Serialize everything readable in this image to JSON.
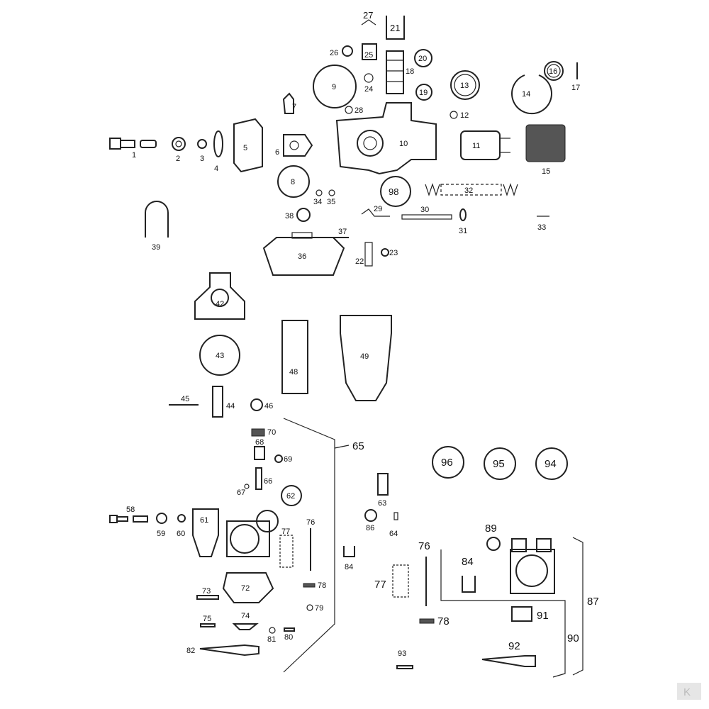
{
  "diagram": {
    "parts": [
      "1",
      "2",
      "3",
      "4",
      "5",
      "6",
      "7",
      "8",
      "9",
      "10",
      "11",
      "12",
      "13",
      "14",
      "15",
      "16",
      "17",
      "18",
      "19",
      "20",
      "21",
      "22",
      "23",
      "24",
      "25",
      "26",
      "27",
      "28",
      "29",
      "30",
      "31",
      "32",
      "33",
      "34",
      "35",
      "36",
      "37",
      "38",
      "39",
      "42",
      "43",
      "44",
      "45",
      "46",
      "48",
      "49",
      "58",
      "59",
      "60",
      "61",
      "62",
      "63",
      "64",
      "65",
      "66",
      "67",
      "68",
      "69",
      "70",
      "72",
      "73",
      "74",
      "75",
      "76",
      "77",
      "78",
      "79",
      "80",
      "81",
      "82",
      "84",
      "86",
      "87",
      "89",
      "90",
      "91",
      "92",
      "93",
      "94",
      "95",
      "96",
      "98"
    ],
    "labels": {
      "p1": "1",
      "p2": "2",
      "p3": "3",
      "p4": "4",
      "p5": "5",
      "p6": "6",
      "p7": "7",
      "p8": "8",
      "p9": "9",
      "p10": "10",
      "p11": "11",
      "p12": "12",
      "p13": "13",
      "p14": "14",
      "p15": "15",
      "p16": "16",
      "p17": "17",
      "p18": "18",
      "p19": "19",
      "p20": "20",
      "p21": "21",
      "p22": "22",
      "p23": "23",
      "p24": "24",
      "p25": "25",
      "p26": "26",
      "p27": "27",
      "p28": "28",
      "p29": "29",
      "p30": "30",
      "p31": "31",
      "p32": "32",
      "p33": "33",
      "p34": "34",
      "p35": "35",
      "p36": "36",
      "p37": "37",
      "p38": "38",
      "p39": "39",
      "p42": "42",
      "p43": "43",
      "p44": "44",
      "p45": "45",
      "p46": "46",
      "p48": "48",
      "p49": "49",
      "p58": "58",
      "p59": "59",
      "p60": "60",
      "p61": "61",
      "p62": "62",
      "p63": "63",
      "p64": "64",
      "p65": "65",
      "p66": "66",
      "p67": "67",
      "p68": "68",
      "p69": "69",
      "p70": "70",
      "p72": "72",
      "p73": "73",
      "p74": "74",
      "p75": "75",
      "p76a": "76",
      "p76b": "76",
      "p77a": "77",
      "p77b": "77",
      "p78a": "78",
      "p78b": "78",
      "p79": "79",
      "p80": "80",
      "p81": "81",
      "p82": "82",
      "p84a": "84",
      "p84b": "84",
      "p86": "86",
      "p87": "87",
      "p89": "89",
      "p90": "90",
      "p91": "91",
      "p92": "92",
      "p93": "93",
      "p94": "94",
      "p95": "95",
      "p96": "96",
      "p98": "98"
    },
    "watermark": "K"
  }
}
